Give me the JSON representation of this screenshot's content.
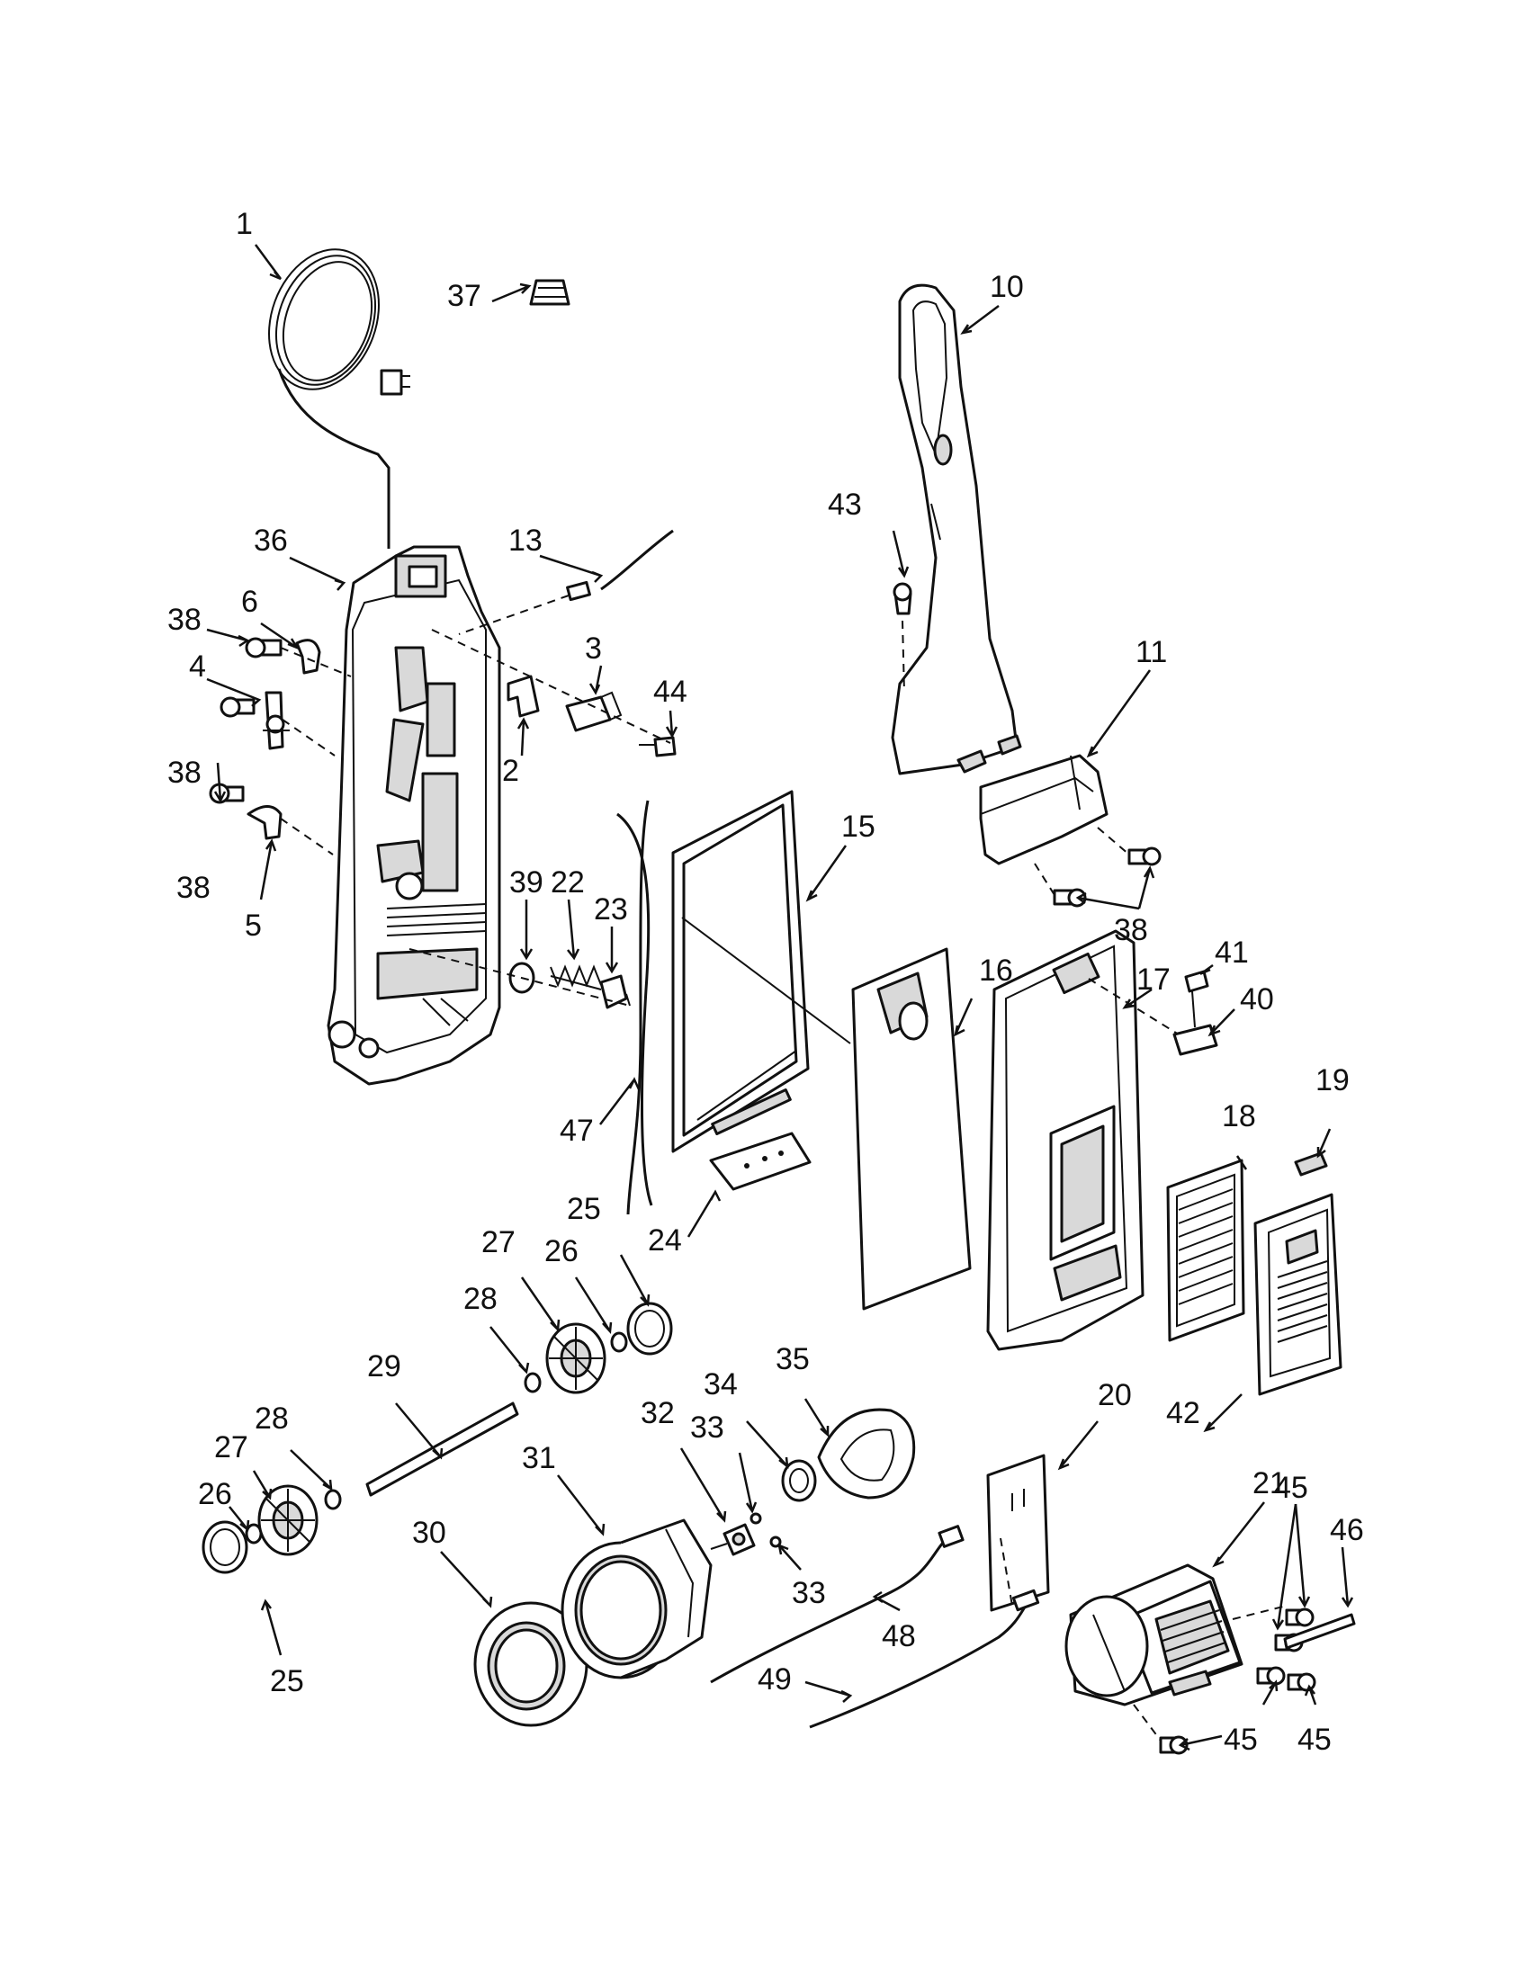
{
  "callouts": [
    {
      "id": "c1",
      "text": "1"
    },
    {
      "id": "c37",
      "text": "37"
    },
    {
      "id": "c10",
      "text": "10"
    },
    {
      "id": "c43",
      "text": "43"
    },
    {
      "id": "c36",
      "text": "36"
    },
    {
      "id": "c13",
      "text": "13"
    },
    {
      "id": "c38a",
      "text": "38"
    },
    {
      "id": "c6",
      "text": "6"
    },
    {
      "id": "c4",
      "text": "4"
    },
    {
      "id": "c3",
      "text": "3"
    },
    {
      "id": "c44",
      "text": "44"
    },
    {
      "id": "c11",
      "text": "11"
    },
    {
      "id": "c38b",
      "text": "38"
    },
    {
      "id": "c2",
      "text": "2"
    },
    {
      "id": "c38c",
      "text": "38"
    },
    {
      "id": "c5",
      "text": "5"
    },
    {
      "id": "c15",
      "text": "15"
    },
    {
      "id": "c39",
      "text": "39"
    },
    {
      "id": "c22",
      "text": "22"
    },
    {
      "id": "c23",
      "text": "23"
    },
    {
      "id": "c38d",
      "text": "38"
    },
    {
      "id": "c16",
      "text": "16"
    },
    {
      "id": "c41",
      "text": "41"
    },
    {
      "id": "c17",
      "text": "17"
    },
    {
      "id": "c40",
      "text": "40"
    },
    {
      "id": "c47",
      "text": "47"
    },
    {
      "id": "c18",
      "text": "18"
    },
    {
      "id": "c19",
      "text": "19"
    },
    {
      "id": "c24",
      "text": "24"
    },
    {
      "id": "c25a",
      "text": "25"
    },
    {
      "id": "c27a",
      "text": "27"
    },
    {
      "id": "c26a",
      "text": "26"
    },
    {
      "id": "c28a",
      "text": "28"
    },
    {
      "id": "c29",
      "text": "29"
    },
    {
      "id": "c35",
      "text": "35"
    },
    {
      "id": "c34",
      "text": "34"
    },
    {
      "id": "c32",
      "text": "32"
    },
    {
      "id": "c33a",
      "text": "33"
    },
    {
      "id": "c42",
      "text": "42"
    },
    {
      "id": "c20",
      "text": "20"
    },
    {
      "id": "c28b",
      "text": "28"
    },
    {
      "id": "c27b",
      "text": "27"
    },
    {
      "id": "c31",
      "text": "31"
    },
    {
      "id": "c21",
      "text": "21"
    },
    {
      "id": "c26b",
      "text": "26"
    },
    {
      "id": "c30",
      "text": "30"
    },
    {
      "id": "c33b",
      "text": "33"
    },
    {
      "id": "c45a",
      "text": "45"
    },
    {
      "id": "c46",
      "text": "46"
    },
    {
      "id": "c25b",
      "text": "25"
    },
    {
      "id": "c48",
      "text": "48"
    },
    {
      "id": "c49",
      "text": "49"
    },
    {
      "id": "c45b",
      "text": "45"
    },
    {
      "id": "c45c",
      "text": "45"
    }
  ]
}
